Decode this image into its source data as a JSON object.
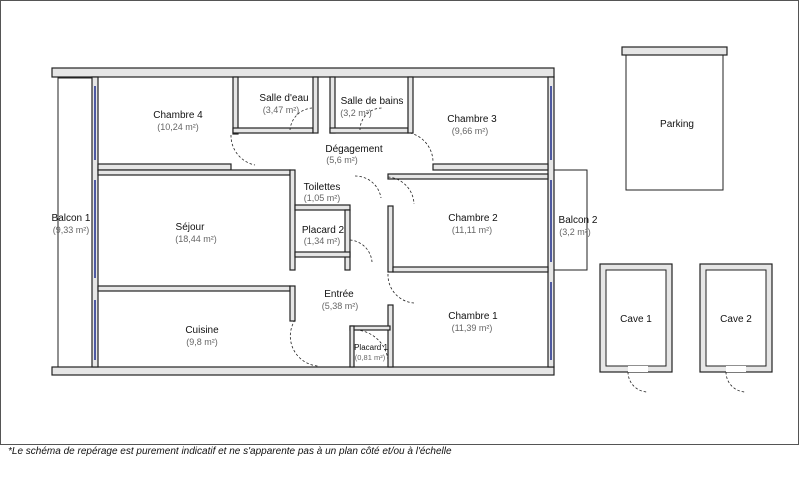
{
  "rooms": {
    "chambre4": {
      "name": "Chambre 4",
      "area": "(10,24 m²)"
    },
    "salle_eau": {
      "name": "Salle d'eau",
      "area": "(3,47 m²)"
    },
    "salle_bains": {
      "name": "Salle de bains",
      "area": "(3,2 m²)"
    },
    "chambre3": {
      "name": "Chambre 3",
      "area": "(9,66 m²)"
    },
    "degagement": {
      "name": "Dégagement",
      "area": "(5,6 m²)"
    },
    "toilettes": {
      "name": "Toilettes",
      "area": "(1,05 m²)"
    },
    "placard2": {
      "name": "Placard 2",
      "area": "(1,34 m²)"
    },
    "sejour": {
      "name": "Séjour",
      "area": "(18,44 m²)"
    },
    "chambre2": {
      "name": "Chambre 2",
      "area": "(11,11 m²)"
    },
    "balcon1": {
      "name": "Balcon 1",
      "area": "(9,33 m²)"
    },
    "balcon2": {
      "name": "Balcon 2",
      "area": "(3,2 m²)"
    },
    "entree": {
      "name": "Entrée",
      "area": "(5,38 m²)"
    },
    "cuisine": {
      "name": "Cuisine",
      "area": "(9,8 m²)"
    },
    "chambre1": {
      "name": "Chambre 1",
      "area": "(11,39 m²)"
    },
    "placard1": {
      "name": "Placard 1",
      "area": "(0,81 m²)"
    }
  },
  "annexes": {
    "parking": "Parking",
    "cave1": "Cave 1",
    "cave2": "Cave 2"
  },
  "disclaimer": "*Le schéma de repérage est purement indicatif et ne s'apparente pas à un plan côté et/ou à l'échelle"
}
